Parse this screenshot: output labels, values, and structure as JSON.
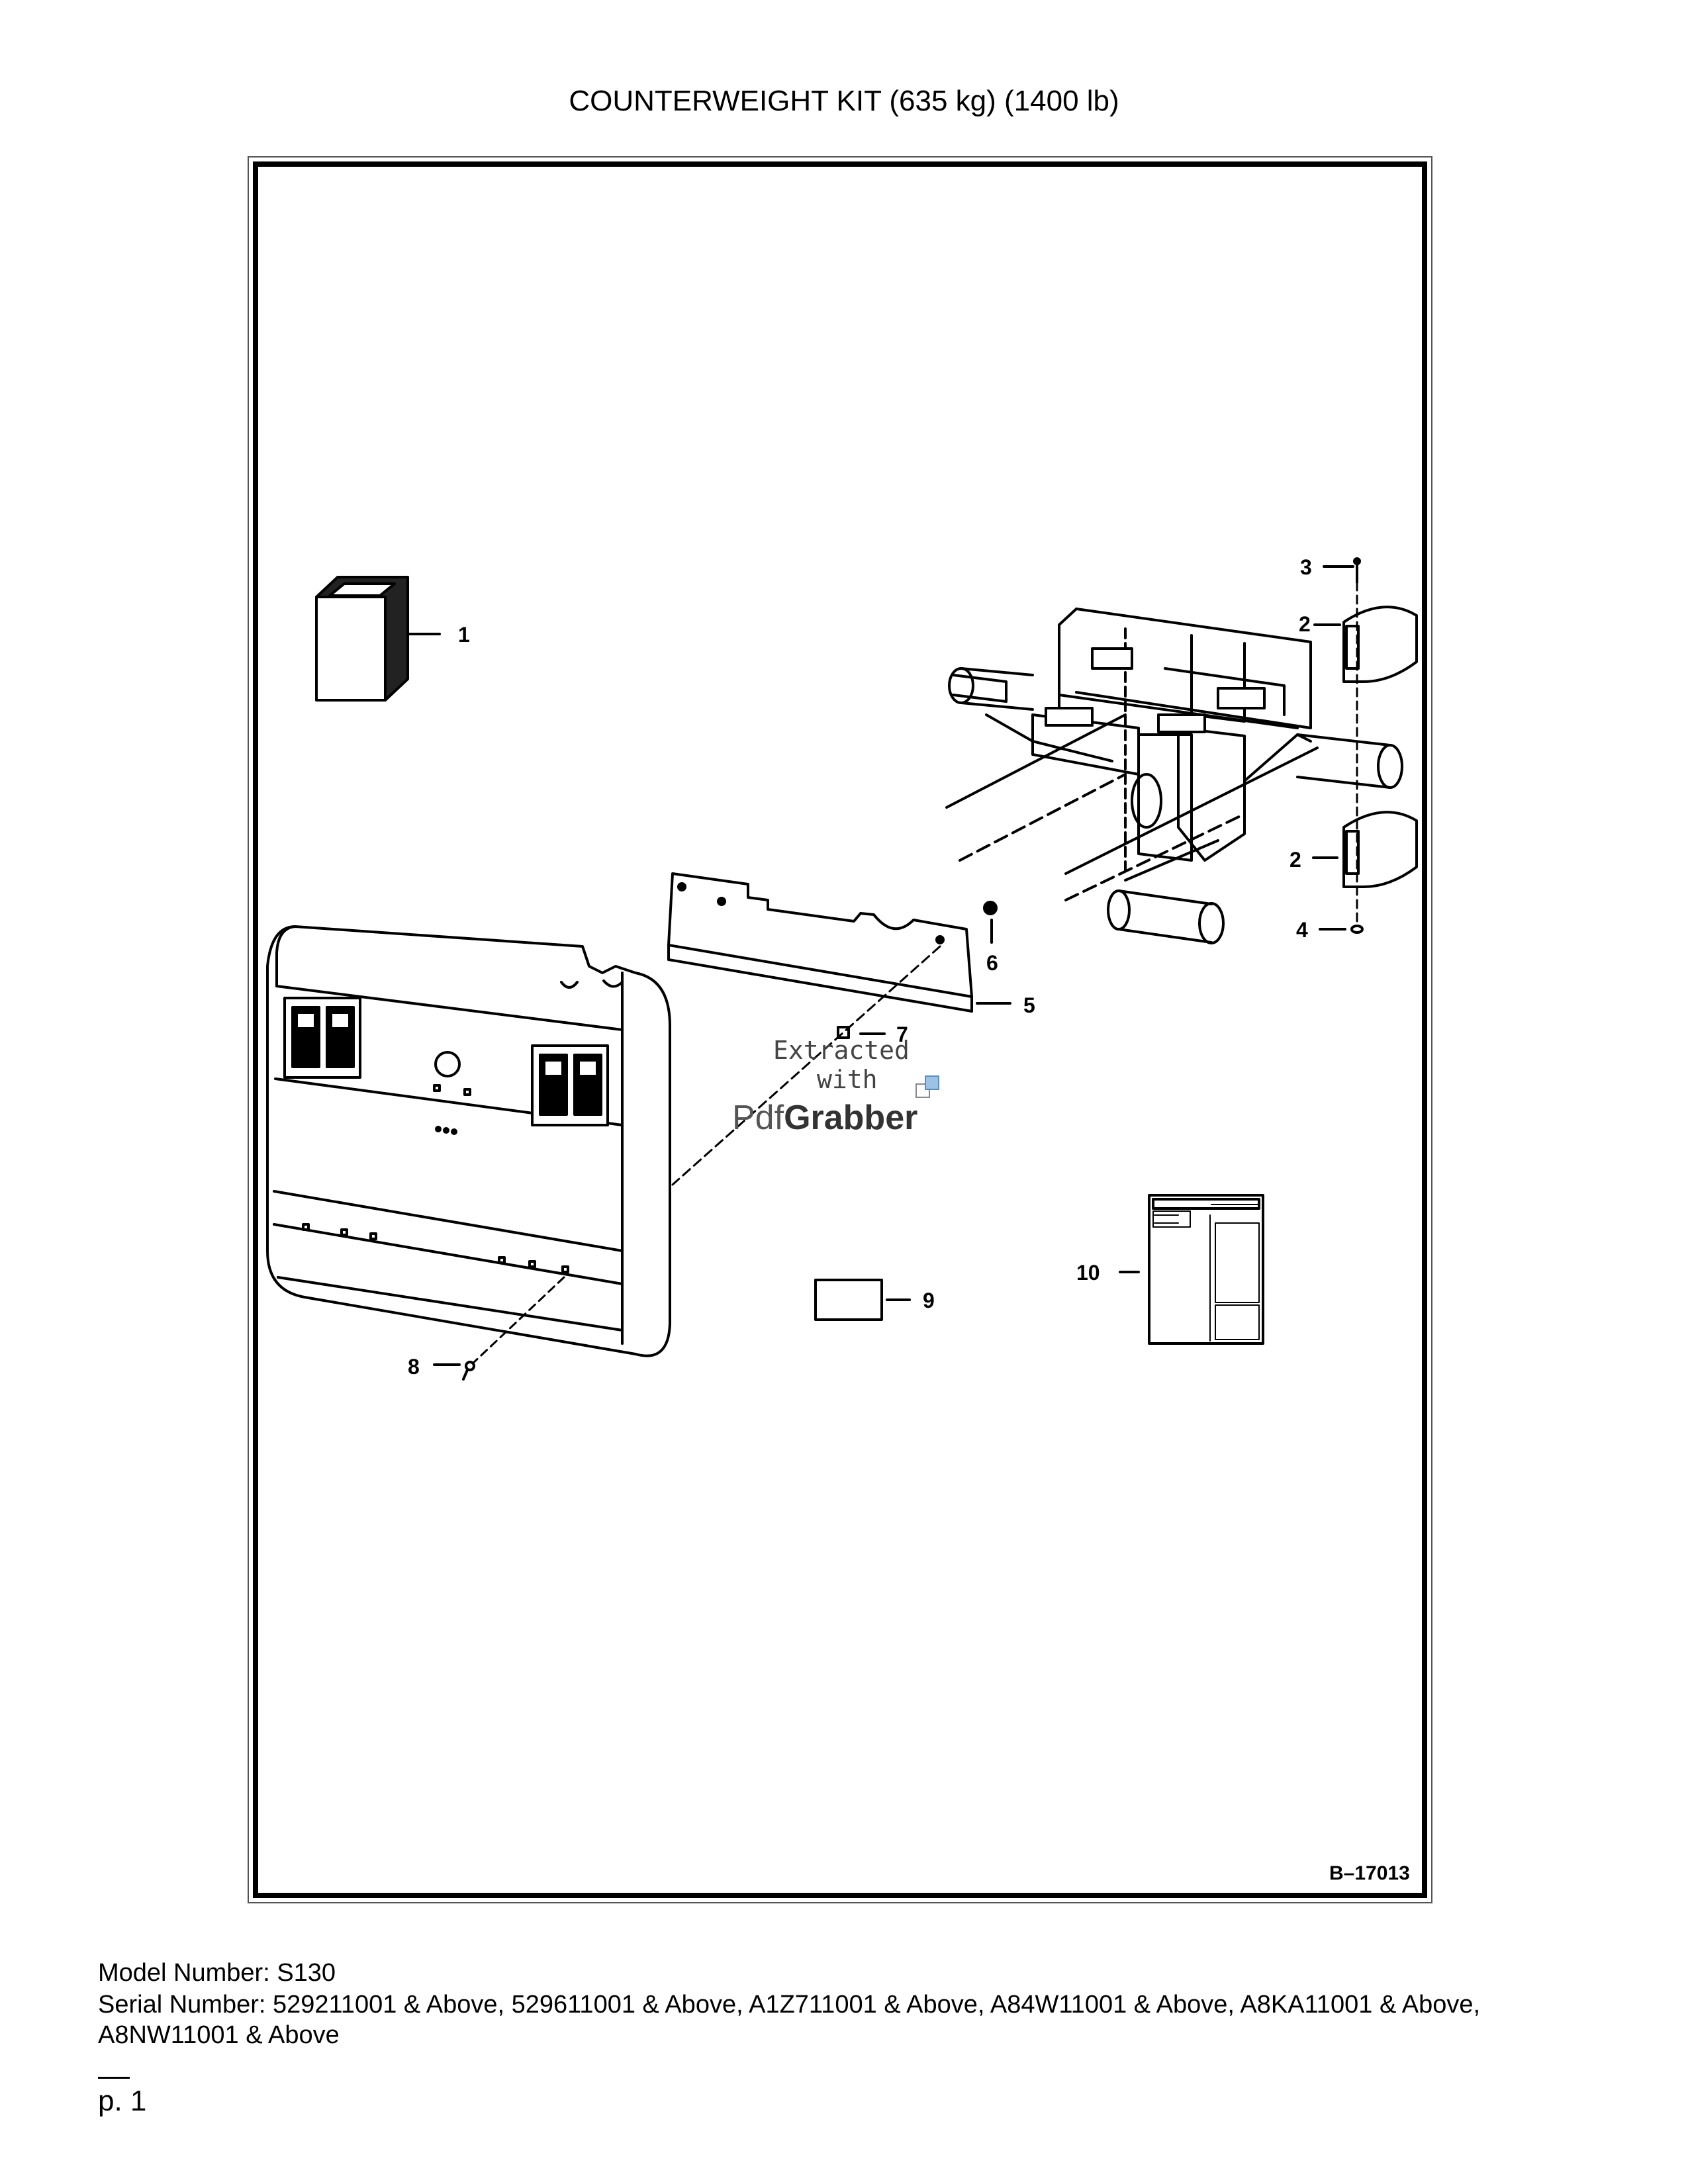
{
  "page": {
    "title": "COUNTERWEIGHT KIT (635 kg) (1400 lb)"
  },
  "diagram": {
    "figure_number": "B–17013",
    "callouts": {
      "c1": "1",
      "c2a": "2",
      "c2b": "2",
      "c3": "3",
      "c4": "4",
      "c5": "5",
      "c6": "6",
      "c7": "7",
      "c8": "8",
      "c9": "9",
      "c10": "10"
    },
    "watermark": {
      "line1": "Extracted",
      "line2": "with",
      "brand_prefix": "Pdf",
      "brand_suffix": "Grabber"
    }
  },
  "footer": {
    "model_number": "Model Number: S130",
    "serial_number": "Serial Number: 529211001 & Above, 529611001 & Above, A1Z711001 & Above, A84W11001 & Above, A8KA11001 & Above, A8NW11001 & Above",
    "page_label": "p. 1"
  }
}
